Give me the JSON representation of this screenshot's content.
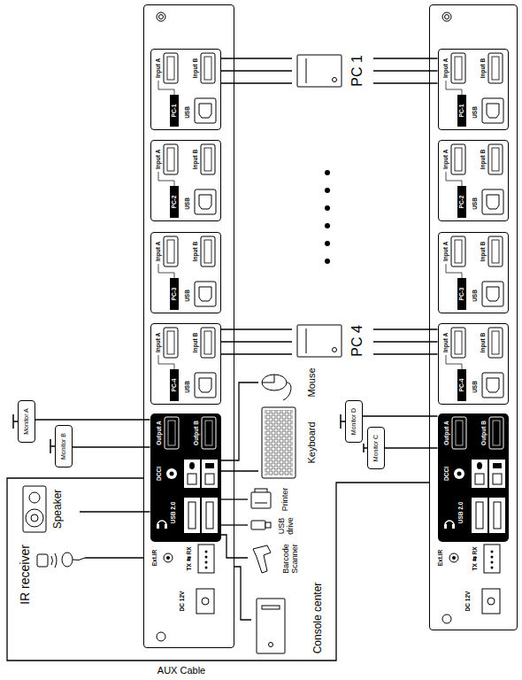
{
  "diagram": {
    "nodes": [
      {
        "text": [
          "Ext.IR",
          "TX ⇆ RX",
          "DC 12V"
        ]
      },
      {
        "text": [
          "Input A",
          "Input B",
          "PC-1",
          "USB"
        ],
        "in": 0
      },
      {
        "text": [
          "Input A",
          "Input B",
          "PC-2",
          "USB"
        ],
        "in": 0
      },
      {
        "text": [
          "Input A",
          "Input B",
          "PC-3",
          "USB"
        ],
        "in": 0
      },
      {
        "text": [
          "Input A",
          "Input B",
          "PC-4",
          "USB"
        ],
        "in": 0
      },
      {
        "text": [
          "Output A",
          "Output B",
          "DCCI",
          "USB 2.0"
        ],
        "in": 0
      },
      {
        "text": [
          "PC 1"
        ]
      },
      {
        "text": [
          "PC 4"
        ]
      },
      {
        "text": [
          "Ext.IR",
          "TX ⇆ RX",
          "DC 12V"
        ]
      },
      {
        "text": [
          "Input A",
          "Input B",
          "PC-1",
          "USB"
        ],
        "in": 8
      },
      {
        "text": [
          "Input A",
          "Input B",
          "PC-2",
          "USB"
        ],
        "in": 8
      },
      {
        "text": [
          "Input A",
          "Input B",
          "PC-3",
          "USB"
        ],
        "in": 8
      },
      {
        "text": [
          "Input A",
          "Input B",
          "PC-4",
          "USB"
        ],
        "in": 8
      },
      {
        "text": [
          "Output A",
          "Output B",
          "DCCI",
          "USB 2.0"
        ],
        "in": 8
      },
      {
        "text": [
          "Monitor A"
        ]
      },
      {
        "text": [
          "Monitor B"
        ]
      },
      {
        "text": [
          "Monitor D"
        ]
      },
      {
        "text": [
          "Monitor C"
        ]
      },
      {
        "text": [
          "Mouse"
        ]
      },
      {
        "text": [
          "Keyboard"
        ]
      },
      {
        "text": [
          "Speaker"
        ]
      },
      {
        "text": [
          "IR receiver"
        ]
      },
      {
        "text": [
          "Printer"
        ]
      },
      {
        "text": [
          "USB drive"
        ]
      },
      {
        "text": [
          "Barcode Scanner"
        ]
      },
      {
        "text": [
          "Console center"
        ]
      }
    ],
    "edges": [
      {
        "from": 6,
        "to": 1,
        "arrow": "none"
      },
      {
        "from": 6,
        "to": 1,
        "arrow": "none"
      },
      {
        "from": 6,
        "to": 1,
        "arrow": "none"
      },
      {
        "from": 6,
        "to": 9,
        "arrow": "none"
      },
      {
        "from": 6,
        "to": 9,
        "arrow": "none"
      },
      {
        "from": 6,
        "to": 9,
        "arrow": "none"
      },
      {
        "from": 7,
        "to": 4,
        "arrow": "none"
      },
      {
        "from": 7,
        "to": 4,
        "arrow": "none"
      },
      {
        "from": 7,
        "to": 4,
        "arrow": "none"
      },
      {
        "from": 7,
        "to": 12,
        "arrow": "none"
      },
      {
        "from": 7,
        "to": 12,
        "arrow": "none"
      },
      {
        "from": 7,
        "to": 12,
        "arrow": "none"
      },
      {
        "from": 14,
        "to": 5,
        "arrow": "none"
      },
      {
        "from": 15,
        "to": 5,
        "arrow": "none"
      },
      {
        "from": 16,
        "to": 13,
        "arrow": "none"
      },
      {
        "from": 17,
        "to": 13,
        "arrow": "none"
      },
      {
        "from": 18,
        "to": 5,
        "arrow": "none"
      },
      {
        "from": 19,
        "to": 5,
        "arrow": "none"
      },
      {
        "from": 20,
        "to": 5,
        "arrow": "none"
      },
      {
        "from": 21,
        "to": 0,
        "arrow": "none"
      },
      {
        "from": 22,
        "to": 5,
        "arrow": "none"
      },
      {
        "from": 23,
        "to": 5,
        "arrow": "none"
      },
      {
        "from": 24,
        "to": 5,
        "arrow": "none"
      },
      {
        "from": 25,
        "to": 0,
        "arrow": "none"
      },
      {
        "from": 0,
        "to": 8,
        "label": "AUX Cable",
        "arrow": "none"
      }
    ]
  }
}
